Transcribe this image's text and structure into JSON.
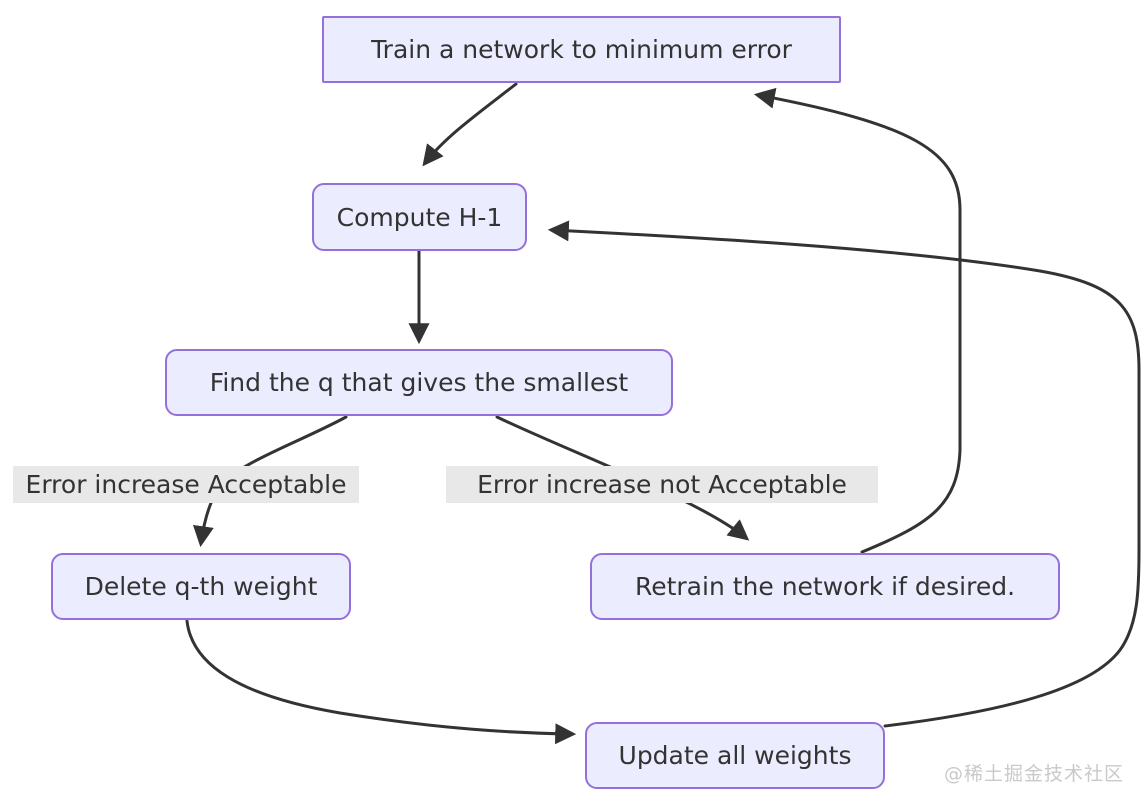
{
  "diagram": {
    "type": "flowchart",
    "nodes": [
      {
        "id": "train",
        "label": "Train a network to minimum error",
        "shape": "rect"
      },
      {
        "id": "compute",
        "label": "Compute H-1",
        "shape": "rounded"
      },
      {
        "id": "find",
        "label": "Find the q that gives the smallest",
        "shape": "rounded"
      },
      {
        "id": "delete",
        "label": "Delete q-th weight",
        "shape": "rounded"
      },
      {
        "id": "retrain",
        "label": "Retrain the network if desired.",
        "shape": "rounded"
      },
      {
        "id": "update",
        "label": "Update all weights",
        "shape": "rounded"
      }
    ],
    "edges": [
      {
        "from": "train",
        "to": "compute",
        "label": ""
      },
      {
        "from": "compute",
        "to": "find",
        "label": ""
      },
      {
        "from": "find",
        "to": "delete",
        "label": "Error increase Acceptable"
      },
      {
        "from": "find",
        "to": "retrain",
        "label": "Error increase not Acceptable"
      },
      {
        "from": "delete",
        "to": "update",
        "label": ""
      },
      {
        "from": "retrain",
        "to": "train",
        "label": ""
      },
      {
        "from": "update",
        "to": "compute",
        "label": ""
      }
    ],
    "colors": {
      "node_fill": "#ECECFF",
      "node_border": "#9370DB",
      "text": "#333333",
      "edge": "#333333",
      "edge_label_bg": "#e8e8e8",
      "background": "#ffffff",
      "watermark": "#c9c9c9"
    }
  },
  "watermark": "@稀土掘金技术社区"
}
